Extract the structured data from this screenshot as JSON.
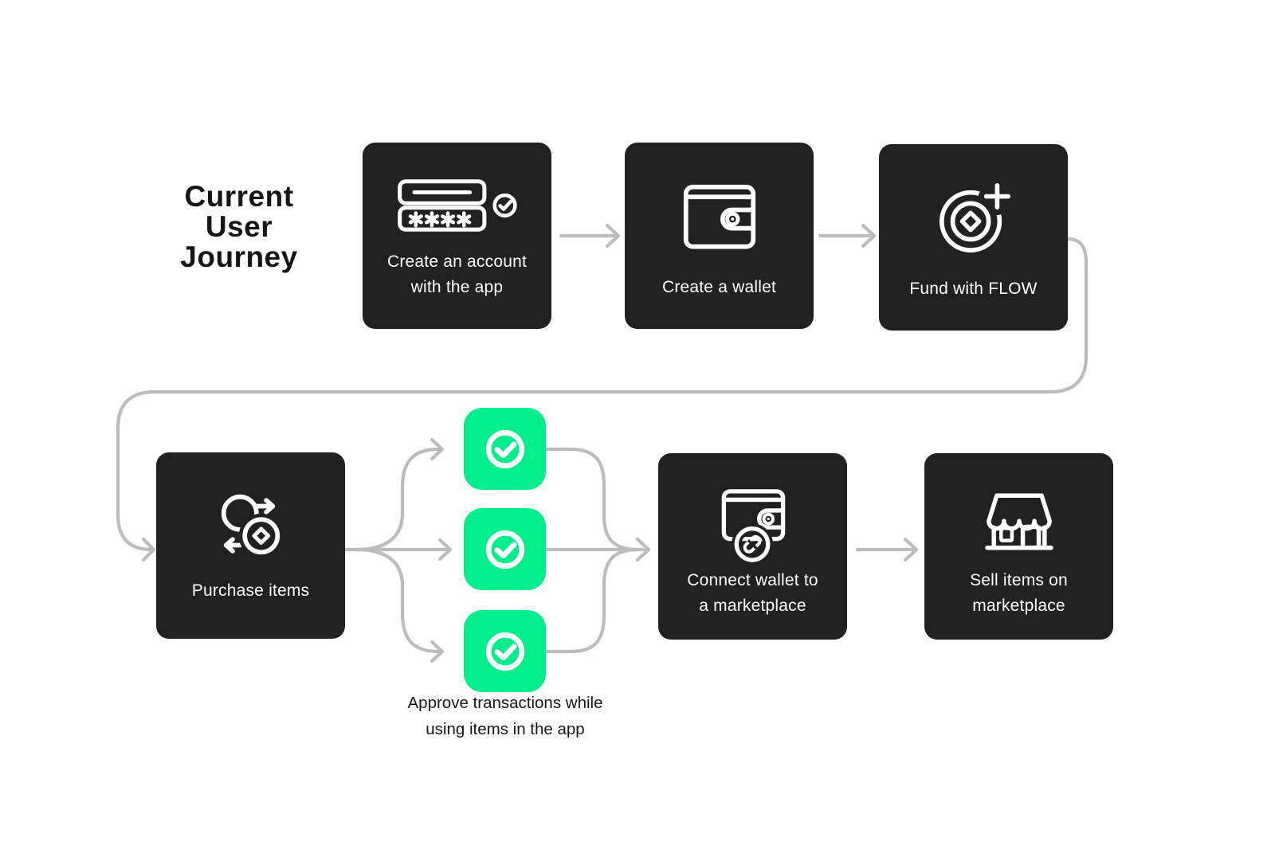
{
  "title": "Current\nUser\nJourney",
  "colors": {
    "accent_green": "#00ef8b",
    "card_background": "#212121",
    "connector_gray": "#bcbcbc",
    "text_dark": "#161616",
    "icon_white": "#ffffff",
    "page_background": "#ffffff"
  },
  "steps": {
    "create_account": {
      "label": "Create an account\nwith the app",
      "icon": "password-fields-check-icon"
    },
    "create_wallet": {
      "label": "Create a wallet",
      "icon": "wallet-icon"
    },
    "fund_flow": {
      "label": "Fund with FLOW",
      "icon": "flow-token-plus-icon"
    },
    "purchase_items": {
      "label": "Purchase items",
      "icon": "swap-coins-icon"
    },
    "connect_wallet": {
      "label": "Connect wallet to\na marketplace",
      "icon": "wallet-link-icon"
    },
    "sell_items": {
      "label": "Sell items on\nmarketplace",
      "icon": "storefront-icon"
    }
  },
  "approval": {
    "caption": "Approve transactions while\nusing items in the app",
    "checkmark_count": 3
  }
}
